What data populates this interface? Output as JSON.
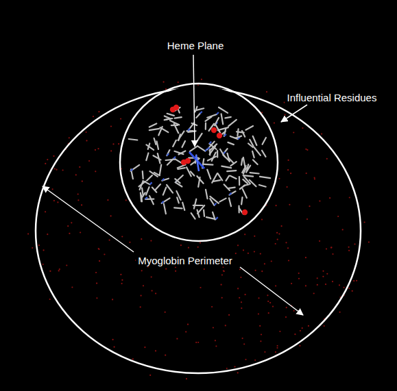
{
  "diagram": {
    "labels": [
      "Heme Plane",
      "Influential Residues",
      "Myoglobin Perimeter"
    ]
  }
}
